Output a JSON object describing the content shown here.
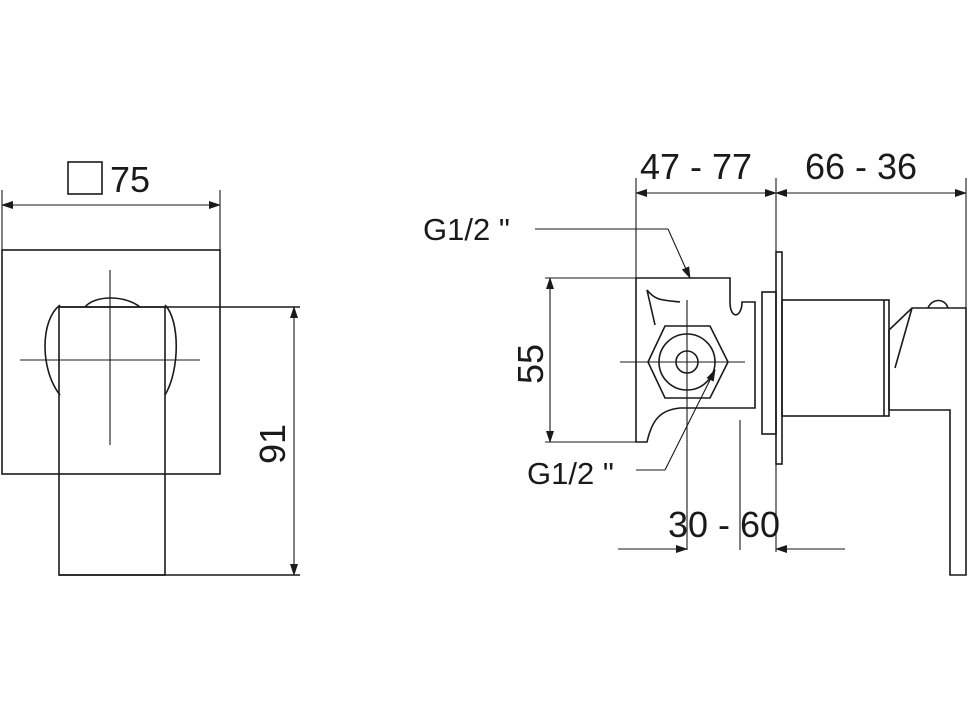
{
  "front_view": {
    "width_label": "75",
    "width_symbol": "square-symbol-icon",
    "height_label": "91"
  },
  "side_view": {
    "depth_range_label": "47 - 77",
    "projection_range_label": "66 - 36",
    "connection_height_label": "55",
    "inlet_thread_top": "G1/2 \"",
    "inlet_thread_bottom": "G1/2 \"",
    "nut_range_label": "30 - 60"
  },
  "colors": {
    "line": "#1a1a1a",
    "background": "#ffffff"
  }
}
